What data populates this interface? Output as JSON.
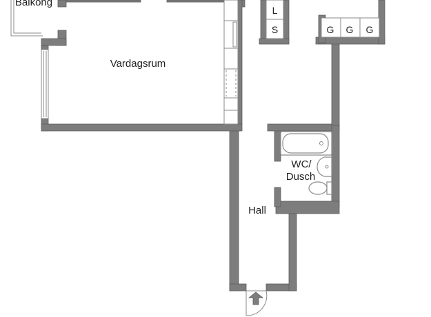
{
  "plan": {
    "rooms": {
      "balkong": "Balkong",
      "vardagsrum": "Vardagsrum",
      "wc_line1": "WC/",
      "wc_line2": "Dusch",
      "hall": "Hall"
    },
    "cabinets": {
      "l": "L",
      "s": "S",
      "g1": "G",
      "g2": "G",
      "g3": "G"
    },
    "colors": {
      "wall": "#7d7d7d",
      "line": "#8a8a8a",
      "background": "#ffffff"
    },
    "icons": [
      "entrance-arrow-icon",
      "door-swing-icon",
      "bathtub-icon",
      "washbasin-icon",
      "toilet-icon"
    ]
  }
}
